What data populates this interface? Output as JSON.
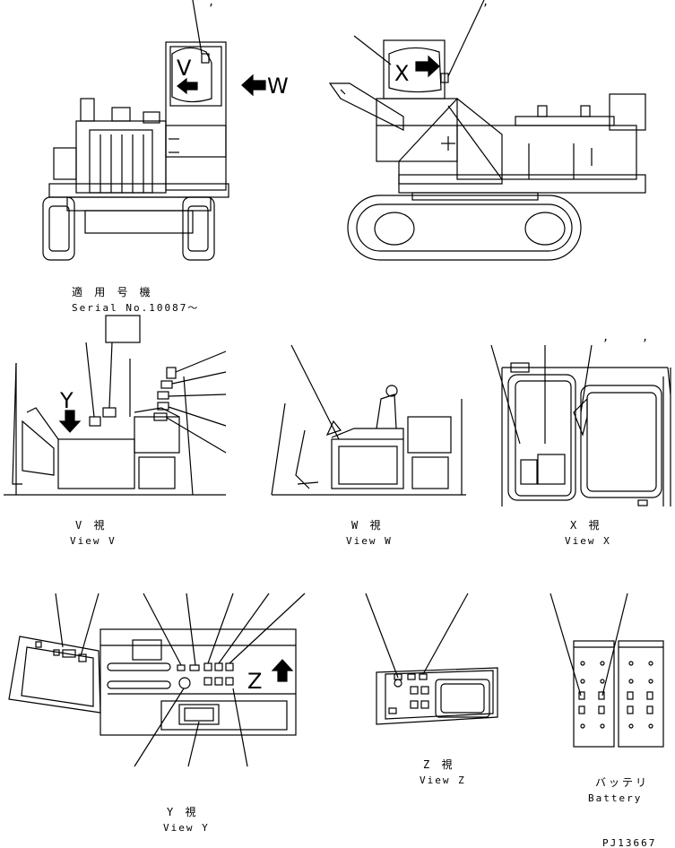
{
  "serial_note": {
    "jp": "適 用 号 機",
    "en": "Serial No.10087～"
  },
  "views": {
    "v": {
      "jp": "V  視",
      "en": "View V"
    },
    "w": {
      "jp": "W  視",
      "en": "View W"
    },
    "x": {
      "jp": "X  視",
      "en": "View X"
    },
    "y": {
      "jp": "Y  視",
      "en": "View Y"
    },
    "z": {
      "jp": "Z  視",
      "en": "View Z"
    },
    "battery": {
      "jp": "バッテリ",
      "en": "Battery"
    }
  },
  "markers": {
    "v": "V",
    "w": "W",
    "x": "X",
    "y": "Y",
    "z": "Z"
  },
  "tick_marks": {
    "comma": ","
  },
  "drawing_number": "PJ13667"
}
